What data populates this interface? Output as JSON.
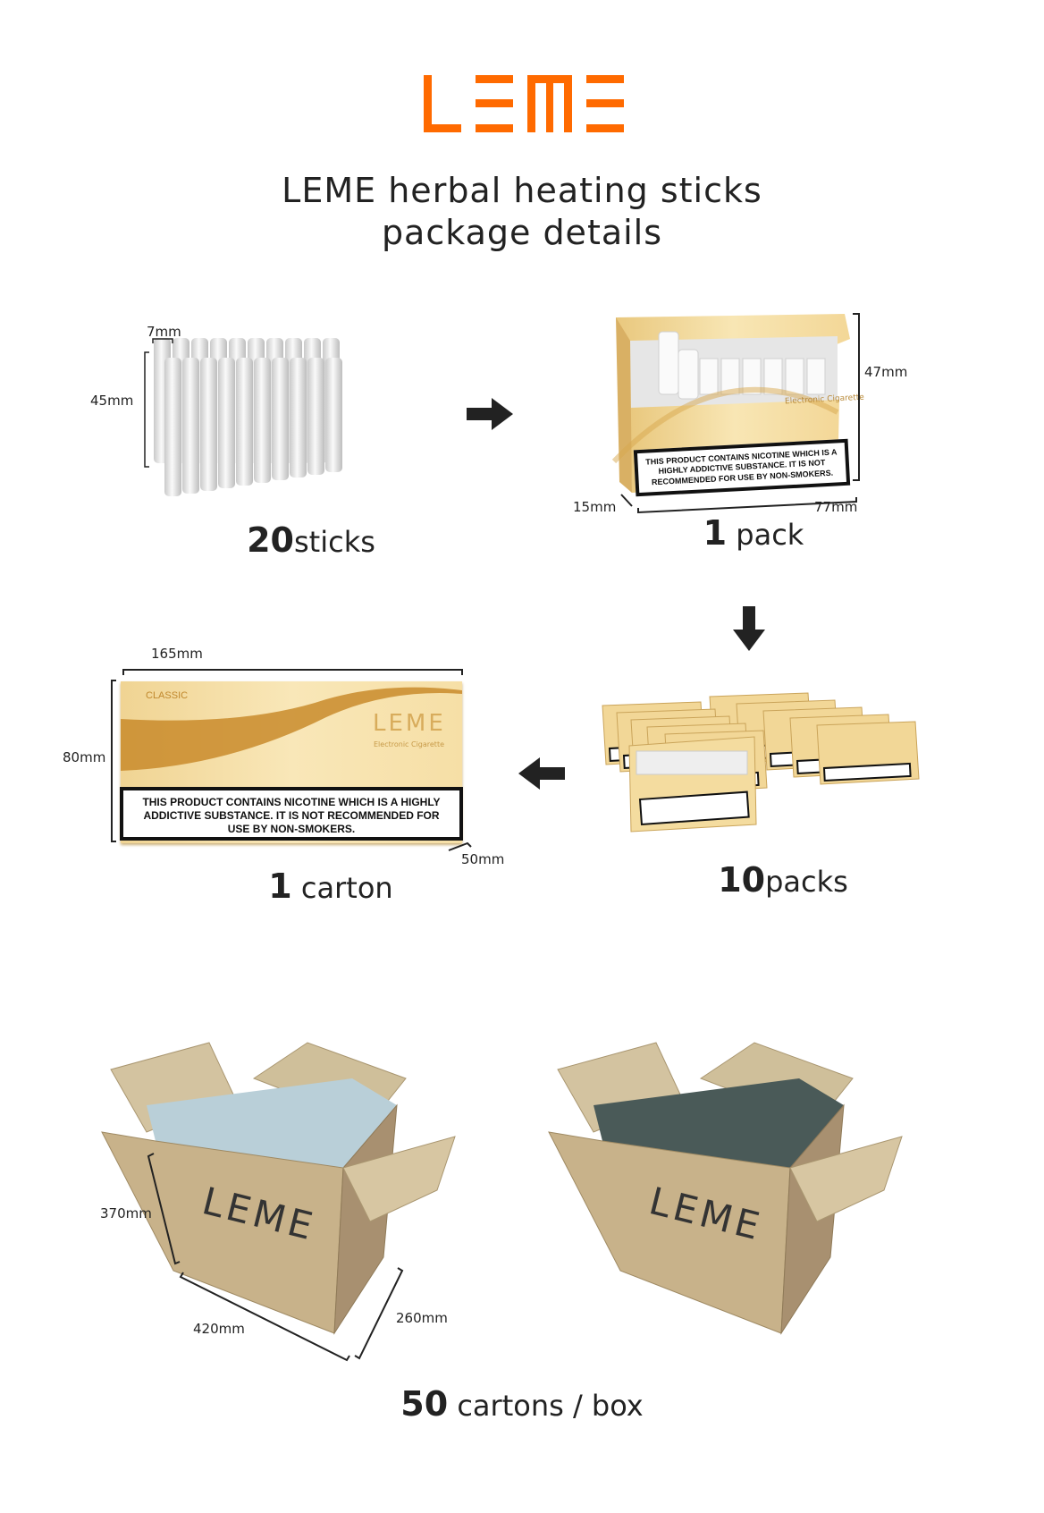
{
  "brand": {
    "logo_text": "LEME",
    "color": "#ff6a00"
  },
  "title": {
    "line1": "LEME herbal heating sticks",
    "line2": "package details"
  },
  "sticks": {
    "count": "20",
    "unit": "sticks",
    "width_label": "7mm",
    "height_label": "45mm"
  },
  "pack": {
    "count": "1",
    "unit": " pack",
    "height_label": "47mm",
    "depth_label": "15mm",
    "width_label": "77mm",
    "subtitle": "Electronic Cigarette",
    "warning": "THIS PRODUCT CONTAINS NICOTINE WHICH IS A HIGHLY ADDICTIVE SUBSTANCE. IT IS NOT RECOMMENDED FOR USE BY NON-SMOKERS."
  },
  "packs": {
    "count": "10",
    "unit": "packs"
  },
  "carton": {
    "count": "1",
    "unit": " carton",
    "width_label": "165mm",
    "height_label": "80mm",
    "depth_label": "50mm",
    "variant": "CLASSIC",
    "logo_text": "LEME",
    "subtitle": "Electronic Cigarette",
    "warning": "THIS PRODUCT CONTAINS NICOTINE WHICH IS A HIGHLY ADDICTIVE SUBSTANCE. IT IS NOT RECOMMENDED FOR USE BY NON-SMOKERS."
  },
  "box": {
    "count": "50",
    "unit": " cartons / box",
    "height_label": "370mm",
    "length_label": "420mm",
    "width_label": "260mm",
    "logo_text": "LEME"
  }
}
